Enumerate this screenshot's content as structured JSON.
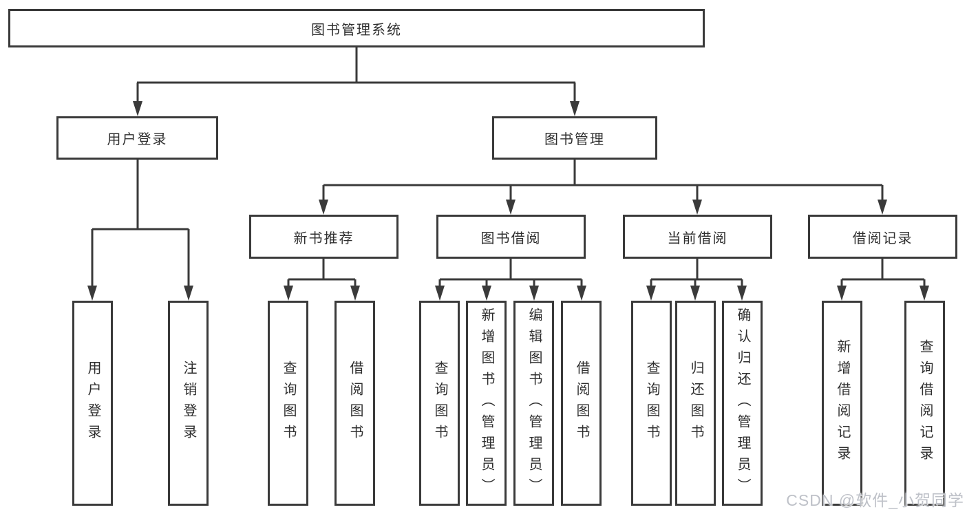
{
  "diagram": {
    "type": "tree",
    "title": "图书管理系统",
    "colors": {
      "line": "#3a3a3a",
      "text": "#2f2f2f",
      "background": "#ffffff",
      "watermark": "#babec5"
    },
    "tree": {
      "label": "图书管理系统",
      "children": [
        {
          "label": "用户登录",
          "children": [
            {
              "label": "用户登录"
            },
            {
              "label": "注销登录"
            }
          ]
        },
        {
          "label": "图书管理",
          "children": [
            {
              "label": "新书推荐",
              "children": [
                {
                  "label": "查询图书"
                },
                {
                  "label": "借阅图书"
                }
              ]
            },
            {
              "label": "图书借阅",
              "children": [
                {
                  "label": "查询图书"
                },
                {
                  "label": "新增图书（管理员）"
                },
                {
                  "label": "编辑图书（管理员）"
                },
                {
                  "label": "借阅图书"
                }
              ]
            },
            {
              "label": "当前借阅",
              "children": [
                {
                  "label": "查询图书"
                },
                {
                  "label": "归还图书"
                },
                {
                  "label": "确认归还（管理员）"
                }
              ]
            },
            {
              "label": "借阅记录",
              "children": [
                {
                  "label": "新增借阅记录"
                },
                {
                  "label": "查询借阅记录"
                }
              ]
            }
          ]
        }
      ]
    }
  },
  "watermark": {
    "text": "CSDN @软件_小贺同学"
  }
}
